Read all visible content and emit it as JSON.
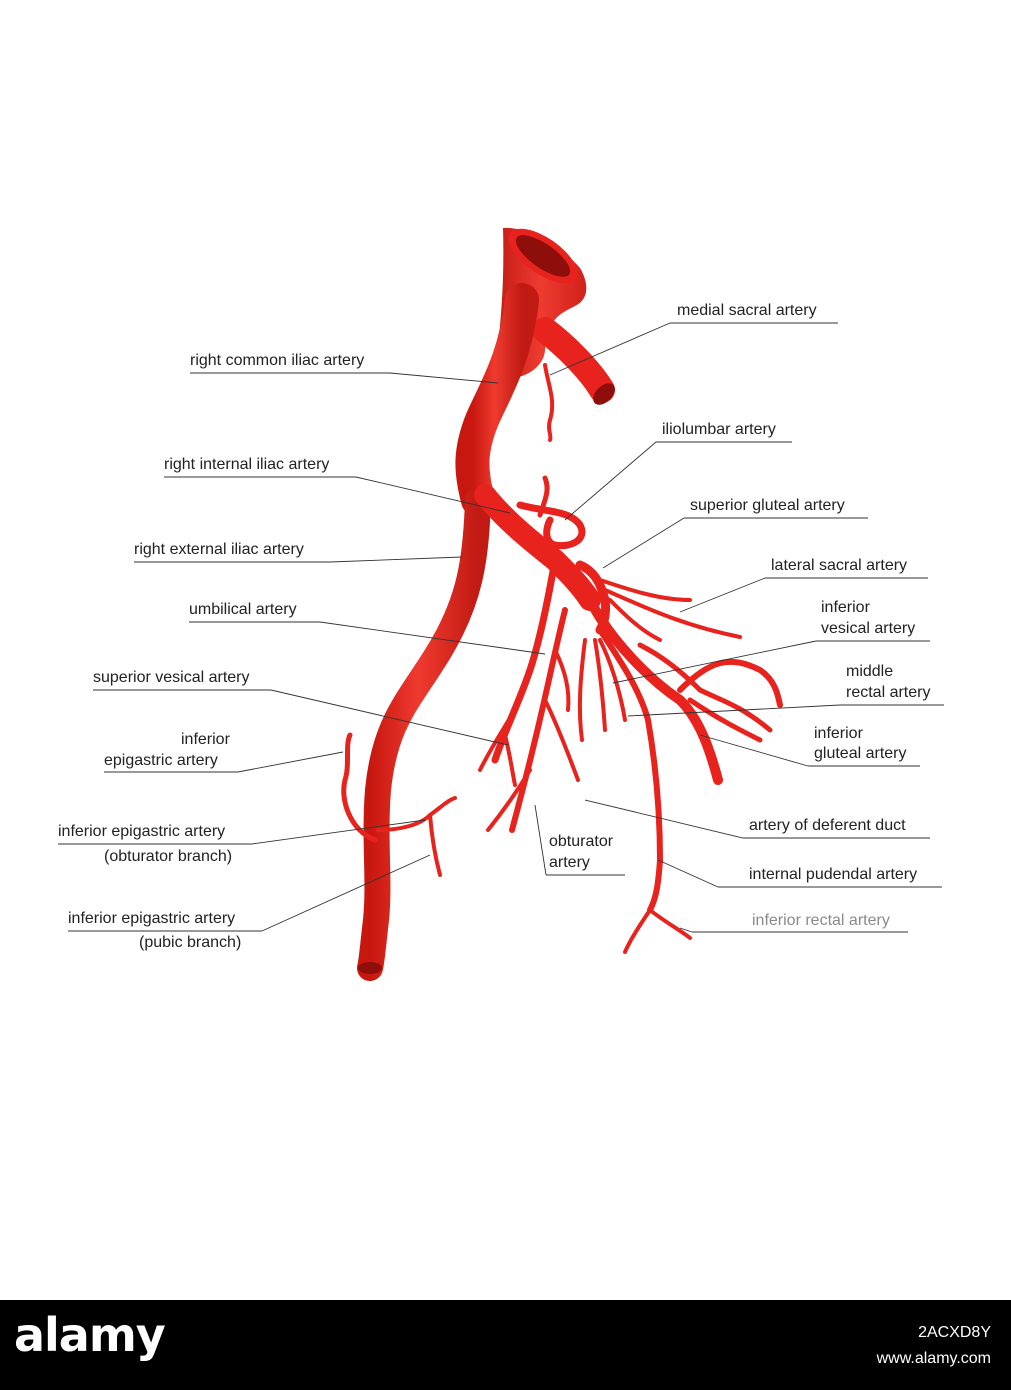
{
  "colors": {
    "artery": "#e8231e",
    "artery_dark": "#b51410",
    "artery_light": "#f46a5e",
    "lumen": "#8e0e0b",
    "text": "#222222",
    "footer_bg": "#000000",
    "footer_text": "#ffffff"
  },
  "labels": {
    "medial_sacral": "medial sacral artery",
    "right_common_iliac": "right common iliac artery",
    "iliolumbar": "iliolumbar artery",
    "right_internal_iliac": "right internal iliac artery",
    "superior_gluteal": "superior gluteal artery",
    "right_external_iliac": "right external iliac artery",
    "lateral_sacral": "lateral sacral artery",
    "umbilical": "umbilical artery",
    "inferior_vesical_1": "inferior",
    "inferior_vesical_2": "vesical artery",
    "superior_vesical": "superior vesical artery",
    "middle_rectal_1": "middle",
    "middle_rectal_2": "rectal artery",
    "inferior_epigastric_1": "inferior",
    "inferior_epigastric_2": "epigastric artery",
    "inferior_gluteal_1": "inferior",
    "inferior_gluteal_2": "gluteal artery",
    "epigastric_obturator_1": "inferior epigastric artery",
    "epigastric_obturator_2": "(obturator branch)",
    "artery_deferent_duct": "artery of deferent duct",
    "obturator_1": "obturator",
    "obturator_2": "artery",
    "internal_pudendal": "internal pudendal artery",
    "epigastric_pubic_1": "inferior epigastric artery",
    "epigastric_pubic_2": "(pubic branch)",
    "inferior_rectal": "inferior rectal artery"
  },
  "footer": {
    "brand": "alamy",
    "image_id": "2ACXD8Y",
    "site": "www.alamy.com"
  }
}
